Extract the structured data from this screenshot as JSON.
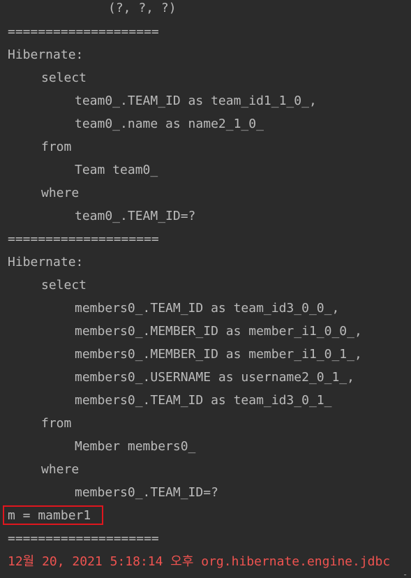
{
  "console": {
    "lines": [
      {
        "indent": 3,
        "text": "(?, ?, ?)",
        "type": "sql"
      },
      {
        "indent": 0,
        "text": "====================",
        "type": "separator"
      },
      {
        "indent": 0,
        "text": "Hibernate:",
        "type": "sql-header"
      },
      {
        "indent": 1,
        "text": "select",
        "type": "sql-keyword"
      },
      {
        "indent": 2,
        "text": "team0_.TEAM_ID as team_id1_1_0_,",
        "type": "sql"
      },
      {
        "indent": 2,
        "text": "team0_.name as name2_1_0_",
        "type": "sql"
      },
      {
        "indent": 1,
        "text": "from",
        "type": "sql-keyword"
      },
      {
        "indent": 2,
        "text": "Team team0_",
        "type": "sql"
      },
      {
        "indent": 1,
        "text": "where",
        "type": "sql-keyword"
      },
      {
        "indent": 2,
        "text": "team0_.TEAM_ID=?",
        "type": "sql"
      },
      {
        "indent": 0,
        "text": "====================",
        "type": "separator"
      },
      {
        "indent": 0,
        "text": "Hibernate:",
        "type": "sql-header"
      },
      {
        "indent": 1,
        "text": "select",
        "type": "sql-keyword"
      },
      {
        "indent": 2,
        "text": "members0_.TEAM_ID as team_id3_0_0_,",
        "type": "sql"
      },
      {
        "indent": 2,
        "text": "members0_.MEMBER_ID as member_i1_0_0_,",
        "type": "sql"
      },
      {
        "indent": 2,
        "text": "members0_.MEMBER_ID as member_i1_0_1_,",
        "type": "sql"
      },
      {
        "indent": 2,
        "text": "members0_.USERNAME as username2_0_1_,",
        "type": "sql"
      },
      {
        "indent": 2,
        "text": "members0_.TEAM_ID as team_id3_0_1_",
        "type": "sql"
      },
      {
        "indent": 1,
        "text": "from",
        "type": "sql-keyword"
      },
      {
        "indent": 2,
        "text": "Member members0_",
        "type": "sql"
      },
      {
        "indent": 1,
        "text": "where",
        "type": "sql-keyword"
      },
      {
        "indent": 2,
        "text": "members0_.TEAM_ID=?",
        "type": "sql"
      },
      {
        "indent": 0,
        "text": "m = mamber1",
        "type": "output",
        "highlighted": true
      },
      {
        "indent": 0,
        "text": "====================",
        "type": "separator"
      },
      {
        "indent": 0,
        "text": "12월 20, 2021 5:18:14 오후 org.hibernate.engine.jdbc",
        "type": "log-error"
      }
    ]
  },
  "colors": {
    "background": "#2b2b2b",
    "text": "#bbbbbb",
    "error_text": "#ef5350",
    "highlight_border": "#e0161e"
  }
}
